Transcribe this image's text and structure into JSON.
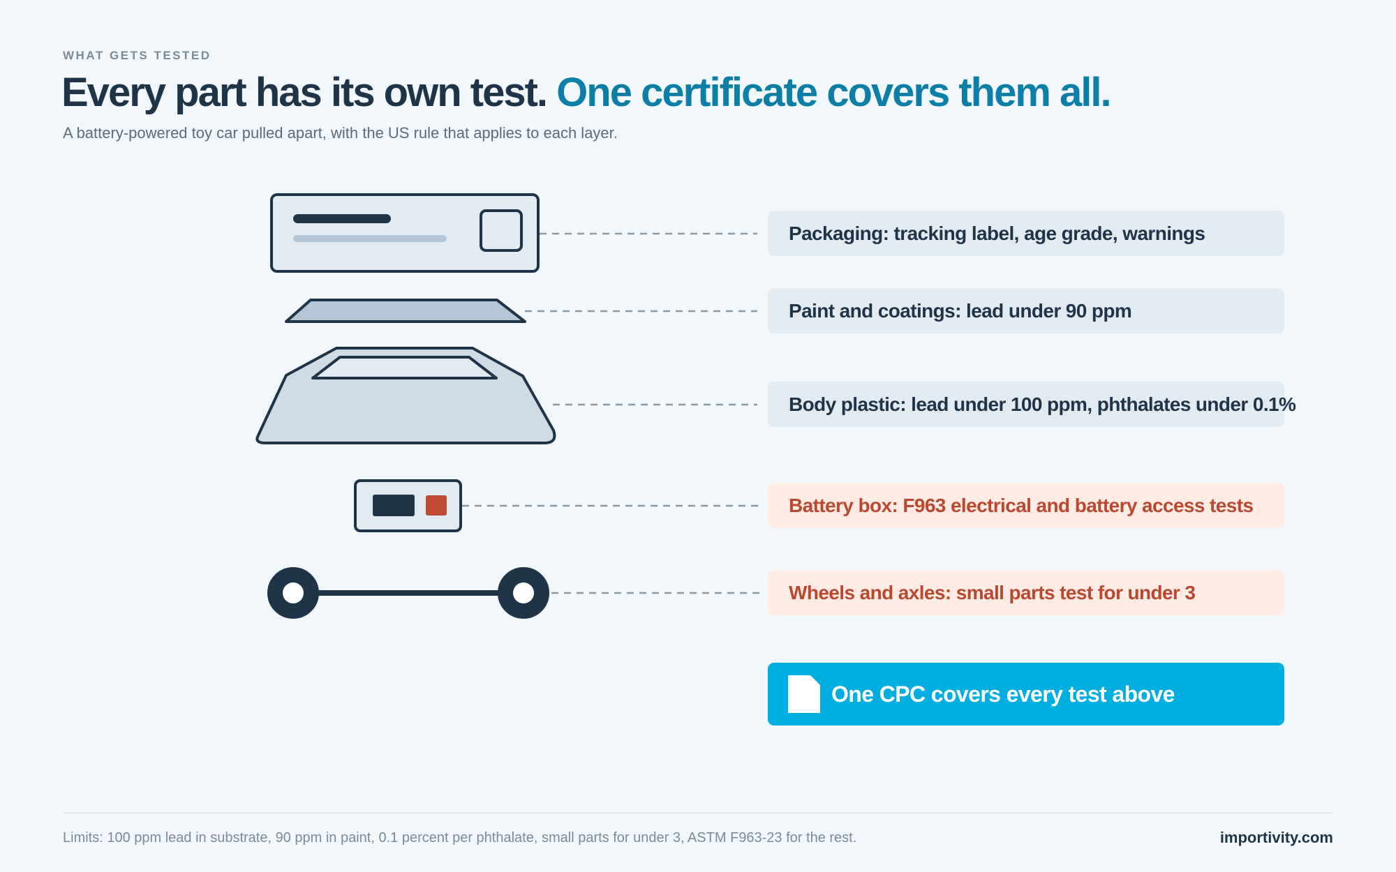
{
  "header": {
    "eyebrow": "WHAT GETS TESTED",
    "headline_dark": "Every part has its own test.",
    "headline_accent": "One certificate covers them all.",
    "subtitle": "A battery-powered toy car pulled apart, with the US rule that applies to each layer."
  },
  "layers": [
    {
      "part": "packaging",
      "icon": "package-icon",
      "label": "Packaging: tracking label, age grade, warnings",
      "tone": "neutral"
    },
    {
      "part": "paint",
      "icon": "paint-layer-icon",
      "label": "Paint and coatings: lead under 90 ppm",
      "tone": "neutral"
    },
    {
      "part": "body",
      "icon": "car-body-icon",
      "label": "Body plastic: lead under 100 ppm, phthalates under 0.1%",
      "tone": "neutral"
    },
    {
      "part": "battery",
      "icon": "battery-box-icon",
      "label": "Battery box: F963 electrical and battery access tests",
      "tone": "warn"
    },
    {
      "part": "wheels",
      "icon": "wheels-axle-icon",
      "label": "Wheels and axles: small parts test for under 3",
      "tone": "warn"
    }
  ],
  "cpc": {
    "icon": "document-icon",
    "label": "One CPC covers every test above"
  },
  "footer": {
    "note": "Limits: 100 ppm lead in substrate, 90 ppm in paint, 0.1 percent per phthalate, small parts for under 3, ASTM F963-23 for the rest.",
    "brand": "importivity.com"
  },
  "colors": {
    "background": "#f2f7fb",
    "ink": "#1e3448",
    "accent": "#0d7fa6",
    "cpc": "#00afe0",
    "warn_text": "#b9482f",
    "warn_fill": "#fdebe4",
    "neutral_fill": "#e3ebf2",
    "part_fill": "#cfdce6"
  }
}
